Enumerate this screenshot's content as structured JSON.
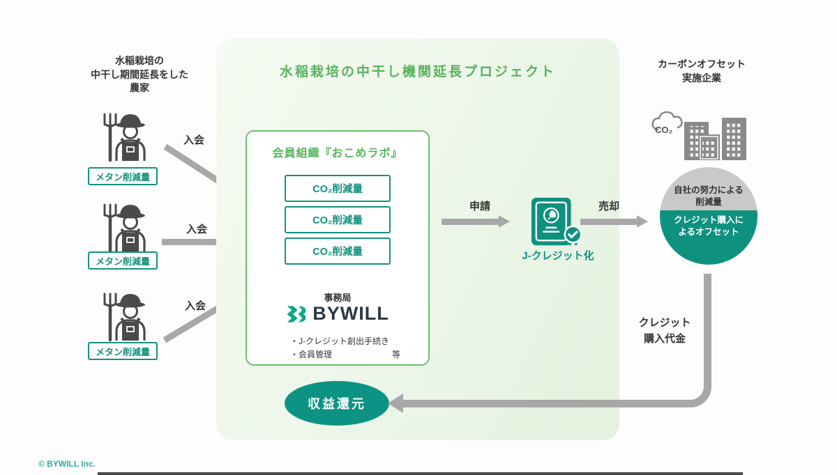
{
  "colors": {
    "teal": "#0F9180",
    "green": "#56B35C",
    "arrow_gray": "#A8A8A8",
    "icon_gray": "#4A4A4A",
    "building_gray": "#8A8A8A",
    "circle_gray": "#C9C9C9",
    "text_dark": "#333333",
    "logo_navy": "#2C3944",
    "logo_green": "#0FA489",
    "copyright_teal": "#2FAE97"
  },
  "left_group": {
    "header": "水稲栽培の\n中干し期間延長をした\n農家",
    "farmers": [
      {
        "icon": "farmer-icon",
        "badge": "メタン削減量",
        "arrow_label": "入会"
      },
      {
        "icon": "farmer-icon",
        "badge": "メタン削減量",
        "arrow_label": "入会"
      },
      {
        "icon": "farmer-icon",
        "badge": "メタン削減量",
        "arrow_label": "入会"
      }
    ]
  },
  "project_panel": {
    "title": "水稲栽培の中干し機関延長プロジェクト",
    "member_box": {
      "title": "会員組織『おこめラボ』",
      "co2_items": [
        "CO₂削減量",
        "CO₂削減量",
        "CO₂削減量"
      ],
      "secretariat": "事務局",
      "logo_icon": "bywill-logo-mark",
      "logo_text": "BYWILL",
      "duties": [
        "・J-クレジット創出手続き",
        "・会員管理"
      ],
      "duties_suffix": "等"
    },
    "profit_return": "収益還元"
  },
  "flow": {
    "apply": "申請",
    "jcredit_icon": "jcredit-certificate-icon",
    "jcredit": "J-クレジット化",
    "sell": "売却",
    "purchase_payment": "クレジット\n購入代金"
  },
  "company_group": {
    "header": "カーボンオフセット\n実施企業",
    "cloud_icon": "co2-cloud-icon",
    "cloud_label": "CO₂",
    "buildings_icon": "company-buildings-icon",
    "circle_top": "自社の努力による\n削減量",
    "circle_bottom": "クレジット購入に\nよるオフセット"
  },
  "footer": {
    "copyright": "© BYWILL Inc."
  }
}
